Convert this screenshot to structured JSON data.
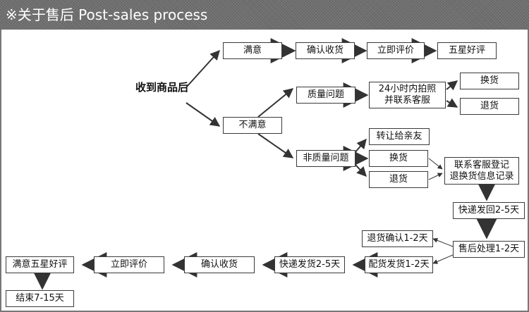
{
  "header": {
    "title": "※关于售后 Post-sales process"
  },
  "flow": {
    "start": "收到商品后",
    "satisfied": {
      "label": "满意",
      "steps": [
        "确认收货",
        "立即评价",
        "五星好评"
      ]
    },
    "unsatisfied": {
      "label": "不满意"
    },
    "quality_issue": {
      "label": "质量问题",
      "contact": "24小时内拍照\n并联系客服",
      "options": [
        "换货",
        "退货"
      ]
    },
    "non_quality_issue": {
      "label": "非质量问题",
      "options": [
        "转让给亲友",
        "换货",
        "退货"
      ],
      "register": "联系客服登记\n退换货信息记录"
    },
    "return_path": {
      "ship_back": "快递发回2-5天",
      "after_sales": "售后处理1-2天",
      "refund_confirm": "退货确认1-2天",
      "reissue": "配货发货1-2天",
      "express": "快递发货2-5天",
      "confirm": "确认收货",
      "evaluate": "立即评价",
      "five_star": "满意五星好评",
      "end": "结束7-15天"
    }
  },
  "colors": {
    "header_bg": "#6e6e6e",
    "header_text": "#ffffff",
    "box_border": "#3a3a3a",
    "arrow": "#333333"
  }
}
